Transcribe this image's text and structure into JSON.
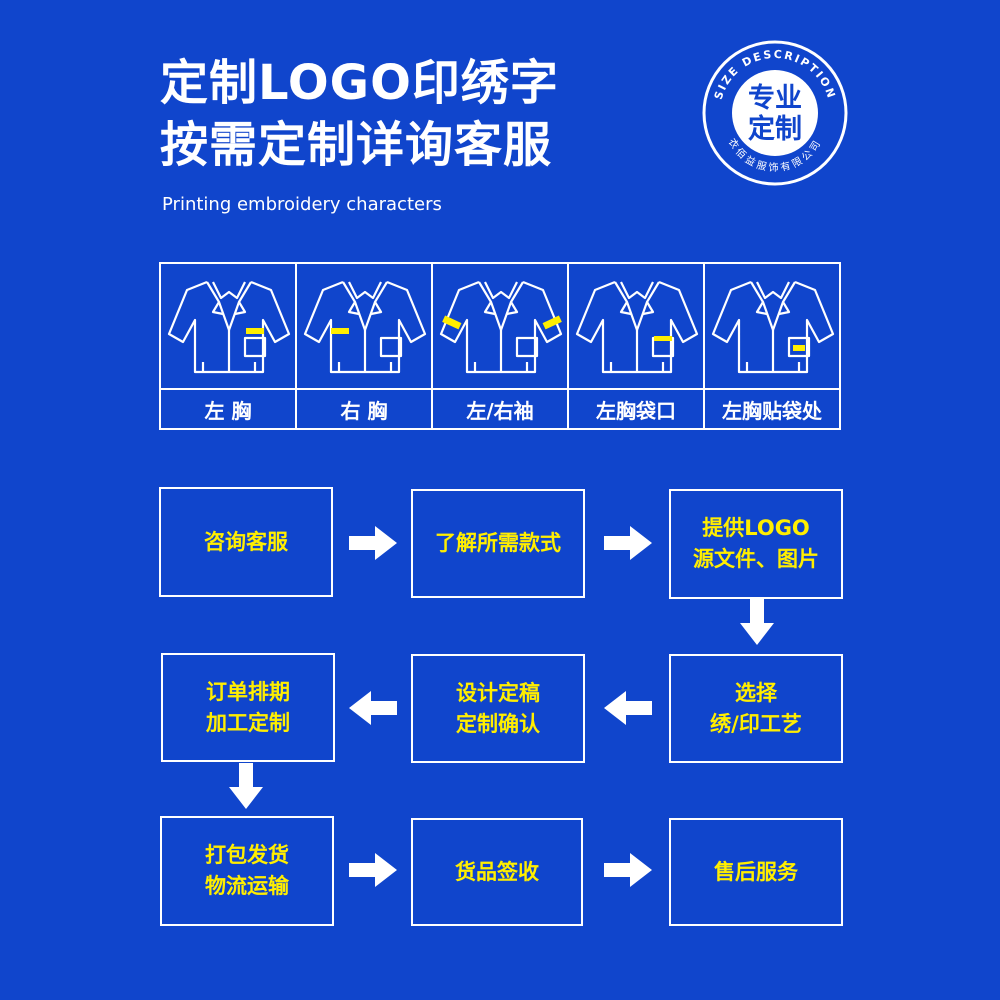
{
  "header": {
    "title_line1": "定制LOGO印绣字",
    "title_line2": "按需定制详询客服",
    "subtitle": "Printing embroidery characters"
  },
  "seal": {
    "ring_text": "SIZE DESCRIPTION",
    "line1": "专业",
    "line2": "定制",
    "company": "衣佰益服饰有限公司"
  },
  "positions": [
    {
      "label": "左 胸",
      "mark": "left-chest"
    },
    {
      "label": "右 胸",
      "mark": "right-chest"
    },
    {
      "label": "左/右袖",
      "mark": "sleeves"
    },
    {
      "label": "左胸袋口",
      "mark": "pocket-top"
    },
    {
      "label": "左胸贴袋处",
      "mark": "pocket-patch"
    }
  ],
  "colors": {
    "background": "#1045cc",
    "highlight": "#ffee00",
    "line": "#ffffff"
  },
  "process": {
    "steps": [
      "咨询客服",
      "了解所需款式",
      "提供LOGO\n源文件、图片",
      "选择\n绣/印工艺",
      "设计定稿\n定制确认",
      "订单排期\n加工定制",
      "打包发货\n物流运输",
      "货品签收",
      "售后服务"
    ]
  }
}
